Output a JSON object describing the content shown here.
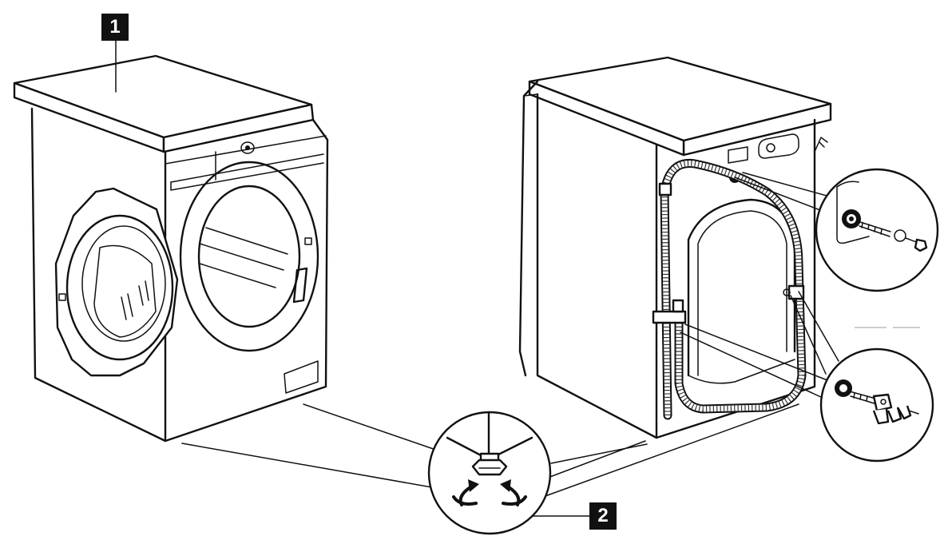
{
  "callouts": {
    "callout_1": "1",
    "callout_2": "2"
  },
  "icons": [
    "washing-machine-front",
    "washing-machine-rear",
    "adjustable-foot",
    "rotate-arrow-left",
    "rotate-arrow-right",
    "transit-bolt-detail"
  ],
  "colors": {
    "line": "#111111",
    "background": "#ffffff",
    "callout_fill": "#111111",
    "callout_text": "#ffffff"
  }
}
